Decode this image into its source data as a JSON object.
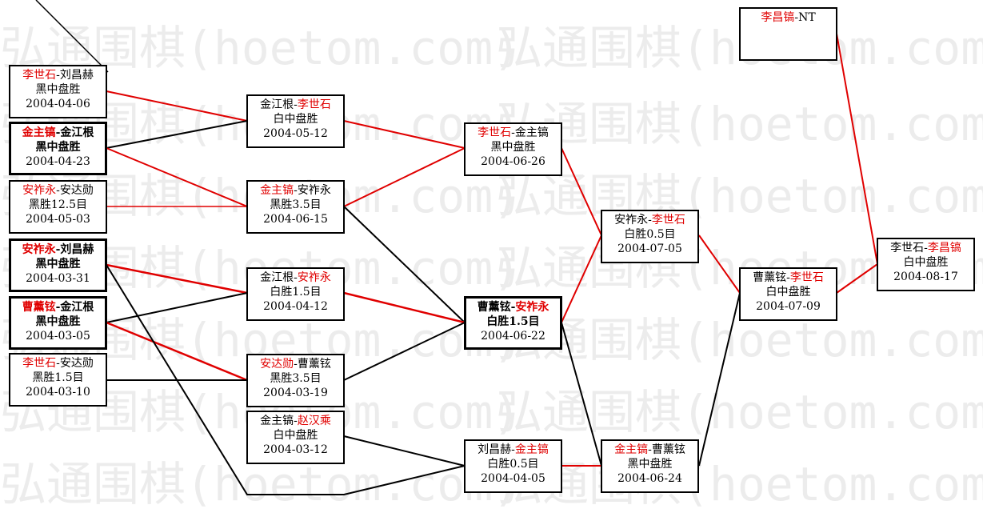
{
  "watermark": "弘通围棋(hoetom.com)",
  "colors": {
    "red": "#e00000",
    "black": "#000000",
    "watermark": "#ececec"
  },
  "games": {
    "g1": {
      "p1": "李世石",
      "sep": "-",
      "p2": "刘昌赫",
      "winner": 1,
      "result": "黑中盘胜",
      "date": "2004-04-06"
    },
    "g2": {
      "p1": "金主镐",
      "sep": "-",
      "p2": "金江根",
      "winner": 1,
      "result": "黑中盘胜",
      "date": "2004-04-23"
    },
    "g3": {
      "p1": "安祚永",
      "sep": "-",
      "p2": "安达勋",
      "winner": 1,
      "result": "黑胜12.5目",
      "date": "2004-05-03"
    },
    "g4": {
      "p1": "安祚永",
      "sep": "-",
      "p2": "刘昌赫",
      "winner": 1,
      "result": "黑中盘胜",
      "date": "2004-03-31"
    },
    "g5": {
      "p1": "曹薰铉",
      "sep": "-",
      "p2": "金江根",
      "winner": 1,
      "result": "黑中盘胜",
      "date": "2004-03-05"
    },
    "g6": {
      "p1": "李世石",
      "sep": "-",
      "p2": "安达勋",
      "winner": 1,
      "result": "黑胜1.5目",
      "date": "2004-03-10"
    },
    "g7": {
      "p1": "金江根",
      "sep": "-",
      "p2": "李世石",
      "winner": 2,
      "result": "白中盘胜",
      "date": "2004-05-12"
    },
    "g8": {
      "p1": "金主镐",
      "sep": "-",
      "p2": "安祚永",
      "winner": 1,
      "result": "黑胜3.5目",
      "date": "2004-06-15"
    },
    "g9": {
      "p1": "金江根",
      "sep": "-",
      "p2": "安祚永",
      "winner": 2,
      "result": "白胜1.5目",
      "date": "2004-04-12"
    },
    "g10": {
      "p1": "安达勋",
      "sep": "-",
      "p2": "曹薰铉",
      "winner": 1,
      "result": "黑胜3.5目",
      "date": "2004-03-19"
    },
    "g11": {
      "p1": "金主镐",
      "sep": "-",
      "p2": "赵汉乘",
      "winner": 2,
      "result": "白中盘胜",
      "date": "2004-03-12"
    },
    "g12": {
      "p1": "李世石",
      "sep": "-",
      "p2": "金主镐",
      "winner": 1,
      "result": "黑中盘胜",
      "date": "2004-06-26"
    },
    "g13": {
      "p1": "曹薰铉",
      "sep": "-",
      "p2": "安祚永",
      "winner": 2,
      "result": "白胜1.5目",
      "date": "2004-06-22"
    },
    "g14": {
      "p1": "刘昌赫",
      "sep": "-",
      "p2": "金主镐",
      "winner": 2,
      "result": "白胜0.5目",
      "date": "2004-04-05"
    },
    "g15": {
      "p1": "安祚永",
      "sep": "-",
      "p2": "李世石",
      "winner": 2,
      "result": "白胜0.5目",
      "date": "2004-07-05"
    },
    "g16": {
      "p1": "金主镐",
      "sep": "-",
      "p2": "曹薰铉",
      "winner": 1,
      "result": "黑中盘胜",
      "date": "2004-06-24"
    },
    "g17": {
      "p1": "曹薰铉",
      "sep": "-",
      "p2": "李世石",
      "winner": 2,
      "result": "白中盘胜",
      "date": "2004-07-09"
    },
    "g18": {
      "p1": "李昌镐",
      "sep": "-",
      "p2": "NT",
      "winner": 1,
      "result": "",
      "date": ""
    },
    "g19": {
      "p1": "李世石",
      "sep": "-",
      "p2": "李昌镐",
      "winner": 2,
      "result": "白中盘胜",
      "date": "2004-08-17"
    }
  }
}
